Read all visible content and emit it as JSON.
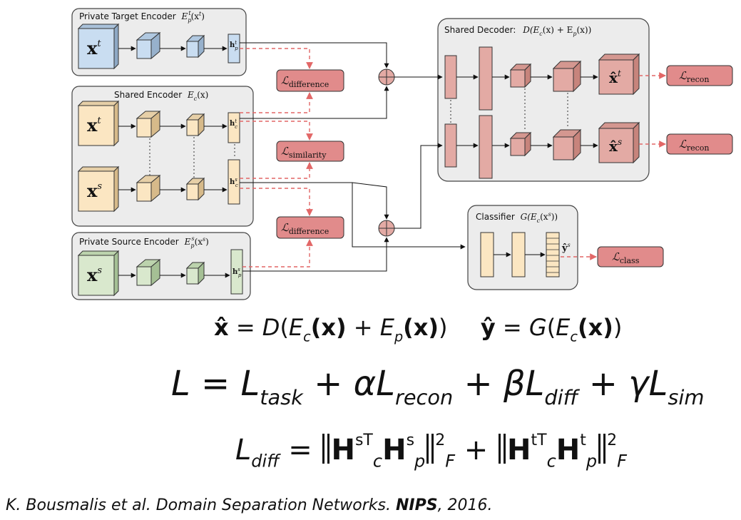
{
  "panels": {
    "private_target": {
      "title": "Private Target Encoder",
      "math": "E",
      "sup": "t",
      "sub": "p",
      "arg": "(x",
      "argsup": "t",
      "close": ")"
    },
    "shared_encoder": {
      "title": "Shared Encoder",
      "math": "E",
      "sub": "c",
      "arg": "(x)"
    },
    "private_source": {
      "title": "Private Source Encoder",
      "math": "E",
      "sup": "s",
      "sub": "p",
      "arg": "(x",
      "argsup": "s",
      "close": ")"
    },
    "shared_decoder": {
      "title": "Shared Decoder:",
      "formula": "D(E",
      "sub1": "c",
      "mid": "(x) + E",
      "sub2": "p",
      "end": "(x))"
    },
    "classifier": {
      "title": "Classifier",
      "formula": "G(E",
      "sub": "c",
      "arg": "(x",
      "argsup": "s",
      "end": "))"
    }
  },
  "inputs": {
    "x_target": {
      "base": "x",
      "sup": "t"
    },
    "x_source_shared": {
      "base": "x",
      "sup": "s"
    },
    "x_target_shared": {
      "base": "x",
      "sup": "t"
    },
    "x_source_private": {
      "base": "x",
      "sup": "s"
    }
  },
  "hidden": {
    "hpt": {
      "base": "h",
      "sup": "t",
      "sub": "p"
    },
    "hct": {
      "base": "h",
      "sup": "t",
      "sub": "c"
    },
    "hcs": {
      "base": "h",
      "sup": "s",
      "sub": "c"
    },
    "hps": {
      "base": "h",
      "sup": "s",
      "sub": "p"
    }
  },
  "outputs": {
    "xhat_t": {
      "base": "x̂",
      "sup": "t"
    },
    "xhat_s": {
      "base": "x̂",
      "sup": "s"
    },
    "yhat_s": {
      "base": "ŷ",
      "sup": "s"
    }
  },
  "losses": {
    "difference_top": {
      "symbol": "ℒ",
      "sub": "difference"
    },
    "similarity": {
      "symbol": "ℒ",
      "sub": "similarity"
    },
    "difference_bottom": {
      "symbol": "ℒ",
      "sub": "difference"
    },
    "recon_top": {
      "symbol": "ℒ",
      "sub": "recon"
    },
    "recon_bottom": {
      "symbol": "ℒ",
      "sub": "recon"
    },
    "class": {
      "symbol": "ℒ",
      "sub": "class"
    }
  },
  "equations": {
    "eq1": {
      "xhat": "x̂",
      "eq": " = ",
      "D": "D",
      "lp": "(",
      "E1": "E",
      "c1": "c",
      "x1": "(x)",
      "plus": " + ",
      "E2": "E",
      "p2": "p",
      "x2": "(x)",
      "rp": ")",
      "yhat": "ŷ",
      "eq2": " = ",
      "G": "G",
      "lp2": "(",
      "E3": "E",
      "c3": "c",
      "x3": "(x)",
      "rp2": ")"
    },
    "eq2": {
      "L": "L",
      "eq": " = ",
      "L1": "L",
      "task": "task",
      "plus1": " + ",
      "alpha": "α",
      "L2": "L",
      "recon": "recon",
      "plus2": " + ",
      "beta": "β",
      "L3": "L",
      "diff": "diff",
      "plus3": " + ",
      "gamma": "γ",
      "L4": "L",
      "sim": "sim"
    },
    "eq3": {
      "L": "L",
      "diff": "diff",
      "eq": " = ",
      "H1": "H",
      "H1sup": "sT",
      "H1sub": "c",
      "H2": "H",
      "H2sup": "s",
      "H2sub": "p",
      "sq": "2",
      "F": "F",
      "plus": " + ",
      "H3": "H",
      "H3sup": "tT",
      "H3sub": "c",
      "H4": "H",
      "H4sup": "t",
      "H4sub": "p"
    }
  },
  "citation": {
    "authors": "K. Bousmalis et al. Domain Separation Networks. ",
    "venue": "NIPS",
    "year": ", 2016."
  },
  "colors": {
    "target_blue": "#c9ddf1",
    "shared_tan": "#fbe6c2",
    "source_green": "#d9e8cd",
    "decoder_pink": "#e3aaa4",
    "loss_fill": "#e18b8b",
    "panel_gray": "#ececec",
    "dash_red": "#e26767"
  }
}
